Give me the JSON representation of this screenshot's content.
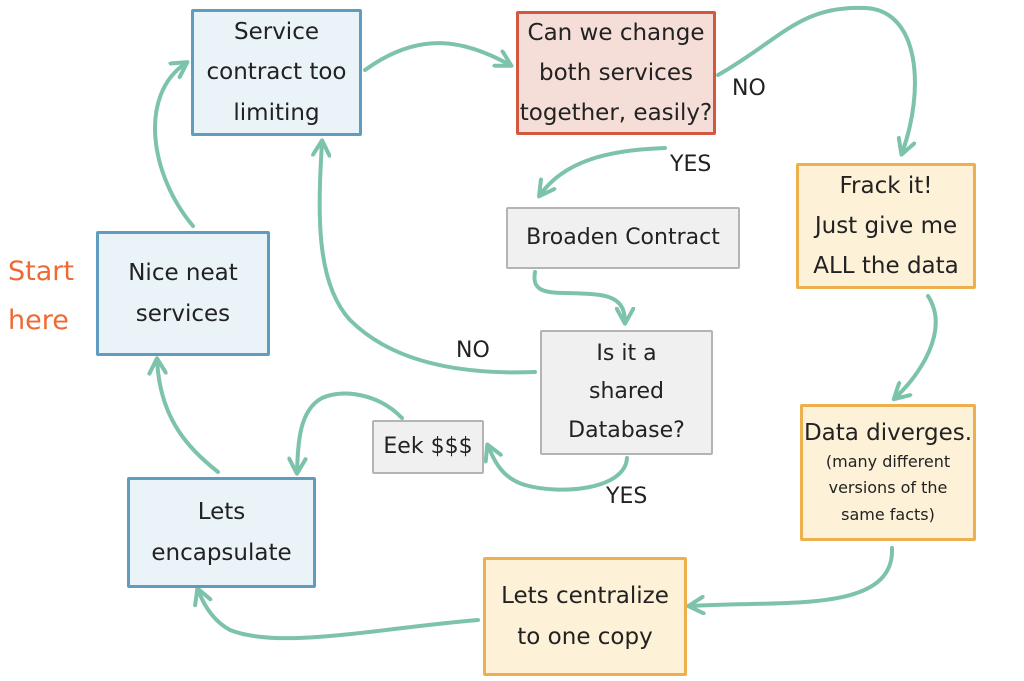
{
  "start_label": "Start\nhere",
  "nodes": {
    "nice_neat_services": "Nice neat\nservices",
    "service_contract": "Service\ncontract too\nlimiting",
    "change_both": "Can we change\nboth services\ntogether, easily?",
    "broaden_contract": "Broaden Contract",
    "shared_database": "Is it a\nshared\nDatabase?",
    "eek": "Eek $$$",
    "lets_encapsulate": "Lets\nencapsulate",
    "frack_it": "Frack it!\nJust give me\nALL the data",
    "data_diverges": "Data diverges.",
    "data_diverges_note": "(many different\nversions of the\nsame facts)",
    "lets_centralize": "Lets centralize\nto one copy"
  },
  "edge_labels": {
    "change_both_no": "NO",
    "change_both_yes": "YES",
    "shared_db_no": "NO",
    "shared_db_yes": "YES"
  },
  "colors": {
    "arrow": "#7cc3aa",
    "blue_border": "#5f9cbd",
    "red_border": "#d2583f",
    "orange_border": "#eeb04f",
    "gray_border": "#b4b4b4",
    "start_text": "#ef6a32"
  }
}
